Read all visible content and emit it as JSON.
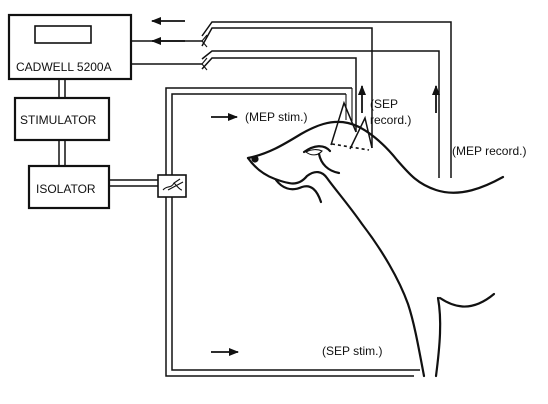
{
  "device": {
    "name": "CADWELL 5200A"
  },
  "stimulator": {
    "label": "STIMULATOR"
  },
  "isolator": {
    "label": "ISOLATOR"
  },
  "labels": {
    "mep_stim": "(MEP stim.)",
    "sep_record_1": "(SEP",
    "sep_record_2": "record.)",
    "mep_record": "(MEP record.)",
    "sep_stim": "(SEP stim.)"
  }
}
